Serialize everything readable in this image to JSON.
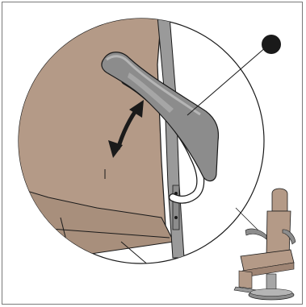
{
  "figure": {
    "callout_marker": "filled-circle-marker",
    "motion_indicator": "double-arrow-icon",
    "subject": "armrest-handle",
    "context_product": "treatment-chair",
    "colors": {
      "chair_body": "#b49a87",
      "chair_body_dark": "#9f8574",
      "armrest_metal": "#8c8c8c",
      "armrest_metal_light": "#a6a6a6",
      "outline": "#1a1a1a",
      "background": "#ffffff",
      "frame": "#7a7a7a"
    }
  }
}
